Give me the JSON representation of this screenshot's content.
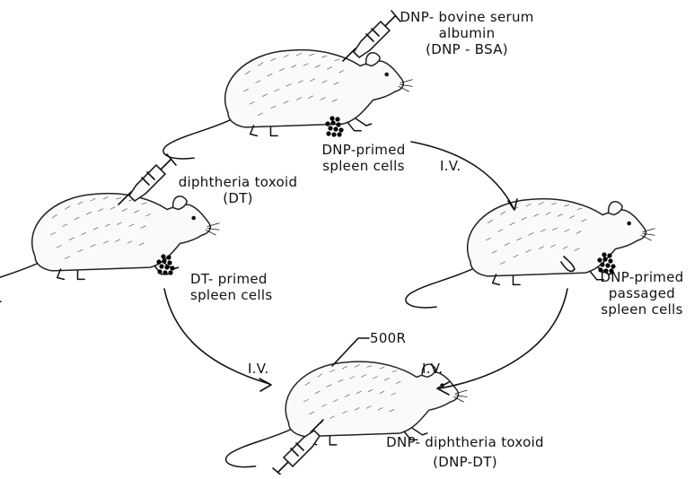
{
  "labels": {
    "dnp_bsa_line1": "DNP- bovine serum",
    "dnp_bsa_line2": "albumin",
    "dnp_bsa_line3": "(DNP - BSA)",
    "dnp_primed_line1": "DNP-primed",
    "dnp_primed_line2": "spleen cells",
    "dt_line1": "diphtheria toxoid",
    "dt_line2": "(DT)",
    "dt_primed_line1": "DT- primed",
    "dt_primed_line2": "spleen cells",
    "passaged_line1": "DNP-primed",
    "passaged_line2": "passaged",
    "passaged_line3": "spleen cells",
    "iv_top": "I.V.",
    "iv_left": "I.V.",
    "iv_right": "I.V.",
    "dose": "500R",
    "dnp_dt_line1": "DNP- diphtheria toxoid",
    "dnp_dt_line2": "(DNP-DT)"
  },
  "figures": {
    "rats": [
      "rat-top",
      "rat-left",
      "rat-right",
      "rat-bottom"
    ],
    "syringes": [
      "syringe-top",
      "syringe-left",
      "syringe-bottom"
    ],
    "cell_clusters": [
      "cells-top",
      "cells-left",
      "cells-right"
    ]
  }
}
